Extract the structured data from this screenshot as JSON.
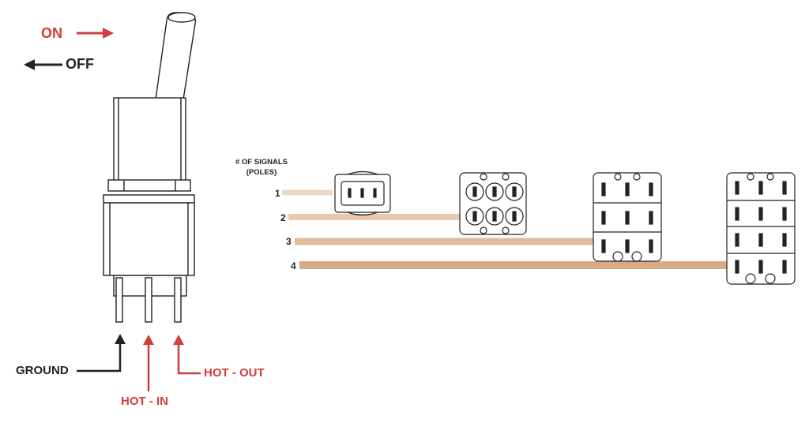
{
  "switch": {
    "on_label": "ON",
    "off_label": "OFF"
  },
  "terminals": {
    "ground": "GROUND",
    "hot_in": "HOT - IN",
    "hot_out": "HOT - OUT"
  },
  "poles": {
    "title_line1": "# OF SIGNALS",
    "title_line2": "(POLES)",
    "numbers": [
      "1",
      "2",
      "3",
      "4"
    ]
  },
  "colors": {
    "accent_red": "#d23c3c",
    "dark": "#222222",
    "wire_1": "#ecd6c4",
    "wire_2": "#e6c9b0",
    "wire_3": "#dfbc9c",
    "wire_4": "#d7ab85"
  }
}
